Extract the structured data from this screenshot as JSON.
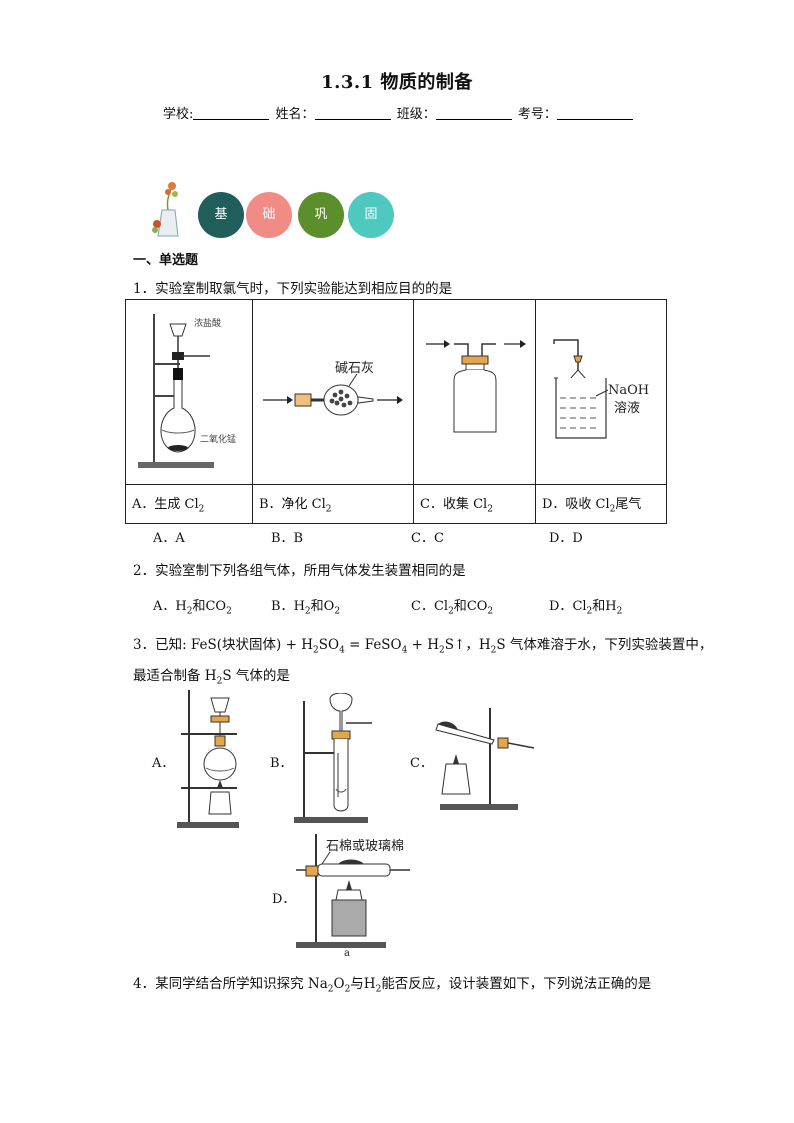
{
  "header": {
    "title": "1.3.1 物质的制备",
    "school_label": "学校:",
    "name_label": "姓名：",
    "class_label": "班级：",
    "id_label": "考号："
  },
  "badges": [
    {
      "label": "基",
      "color": "#1f5e5a"
    },
    {
      "label": "础",
      "color": "#f08b86"
    },
    {
      "label": "巩",
      "color": "#5a8f2b"
    },
    {
      "label": "固",
      "color": "#4ec9c0"
    }
  ],
  "section_title": "一、单选题",
  "q1": {
    "stem": "1．实验室制取氯气时，下列实验能达到相应目的的是",
    "fig_labels": {
      "conc_hcl": "浓盐酸",
      "mno2": "二氧化锰",
      "soda_lime": "碱石灰",
      "naoh": "NaOH",
      "solution": "溶液"
    },
    "captions": [
      {
        "prefix": "A．生成 Cl",
        "sub": "2",
        "suffix": ""
      },
      {
        "prefix": "B．净化 Cl",
        "sub": "2",
        "suffix": ""
      },
      {
        "prefix": "C．收集 Cl",
        "sub": "2",
        "suffix": ""
      },
      {
        "prefix": "D．吸收 Cl",
        "sub": "2",
        "suffix": "尾气"
      }
    ],
    "options": [
      "A．A",
      "B．B",
      "C．C",
      "D．D"
    ]
  },
  "q2": {
    "stem": "2．实验室制下列各组气体，所用气体发生装置相同的是",
    "options": [
      {
        "letter": "A．",
        "a": "H",
        "as": "2",
        "mid": "和",
        "b": "CO",
        "bs": "2"
      },
      {
        "letter": "B．",
        "a": "H",
        "as": "2",
        "mid": "和",
        "b": "O",
        "bs": "2"
      },
      {
        "letter": "C．",
        "a": "Cl",
        "as": "2",
        "mid": "和",
        "b": "CO",
        "bs": "2"
      },
      {
        "letter": "D．",
        "a": "Cl",
        "as": "2",
        "mid": "和",
        "b": "H",
        "bs": "2"
      }
    ]
  },
  "q3": {
    "line1_a": "3．已知: FeS(块状固体) + H",
    "line1_b": "SO",
    "line1_c": " = FeSO",
    "line1_d": " + H",
    "line1_e": "S↑，H",
    "line1_f": "S 气体难溶于水，下列实验装置中，",
    "sub2": "2",
    "sub4": "4",
    "line2_a": "最适合制备 H",
    "line2_b": "S 气体的是",
    "labels": [
      "A．",
      "B．",
      "C．",
      "D．"
    ],
    "d_fig_label": "石棉或玻璃棉",
    "d_fig_caption": "a"
  },
  "q4": {
    "stem_a": "4．某同学结合所学知识探究 Na",
    "stem_b": "O",
    "stem_c": "与H",
    "stem_d": "能否反应，设计装置如下，下列说法正确的是",
    "sub": "2"
  }
}
